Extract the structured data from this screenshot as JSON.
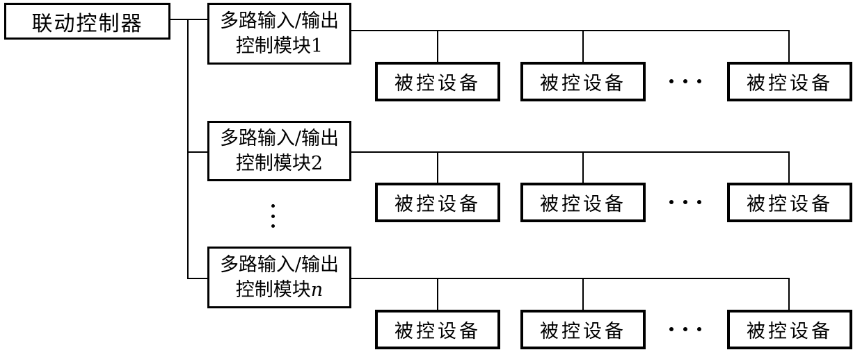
{
  "diagram": {
    "controller_label": "联动控制器",
    "modules": [
      {
        "line1": "多路输入/输出",
        "line2_prefix": "控制模块",
        "line2_suffix": "1"
      },
      {
        "line1": "多路输入/输出",
        "line2_prefix": "控制模块",
        "line2_suffix": "2"
      },
      {
        "line1": "多路输入/输出",
        "line2_prefix": "控制模块",
        "line2_suffix": "n"
      }
    ],
    "rows": [
      {
        "devices": [
          "被控设备",
          "被控设备",
          "被控设备"
        ]
      },
      {
        "devices": [
          "被控设备",
          "被控设备",
          "被控设备"
        ]
      },
      {
        "devices": [
          "被控设备",
          "被控设备",
          "被控设备"
        ]
      }
    ],
    "icons": {
      "horizontal_ellipsis": "horizontal-ellipsis",
      "vertical_ellipsis": "vertical-ellipsis"
    },
    "colors": {
      "line": "#000000",
      "background": "#ffffff"
    }
  }
}
